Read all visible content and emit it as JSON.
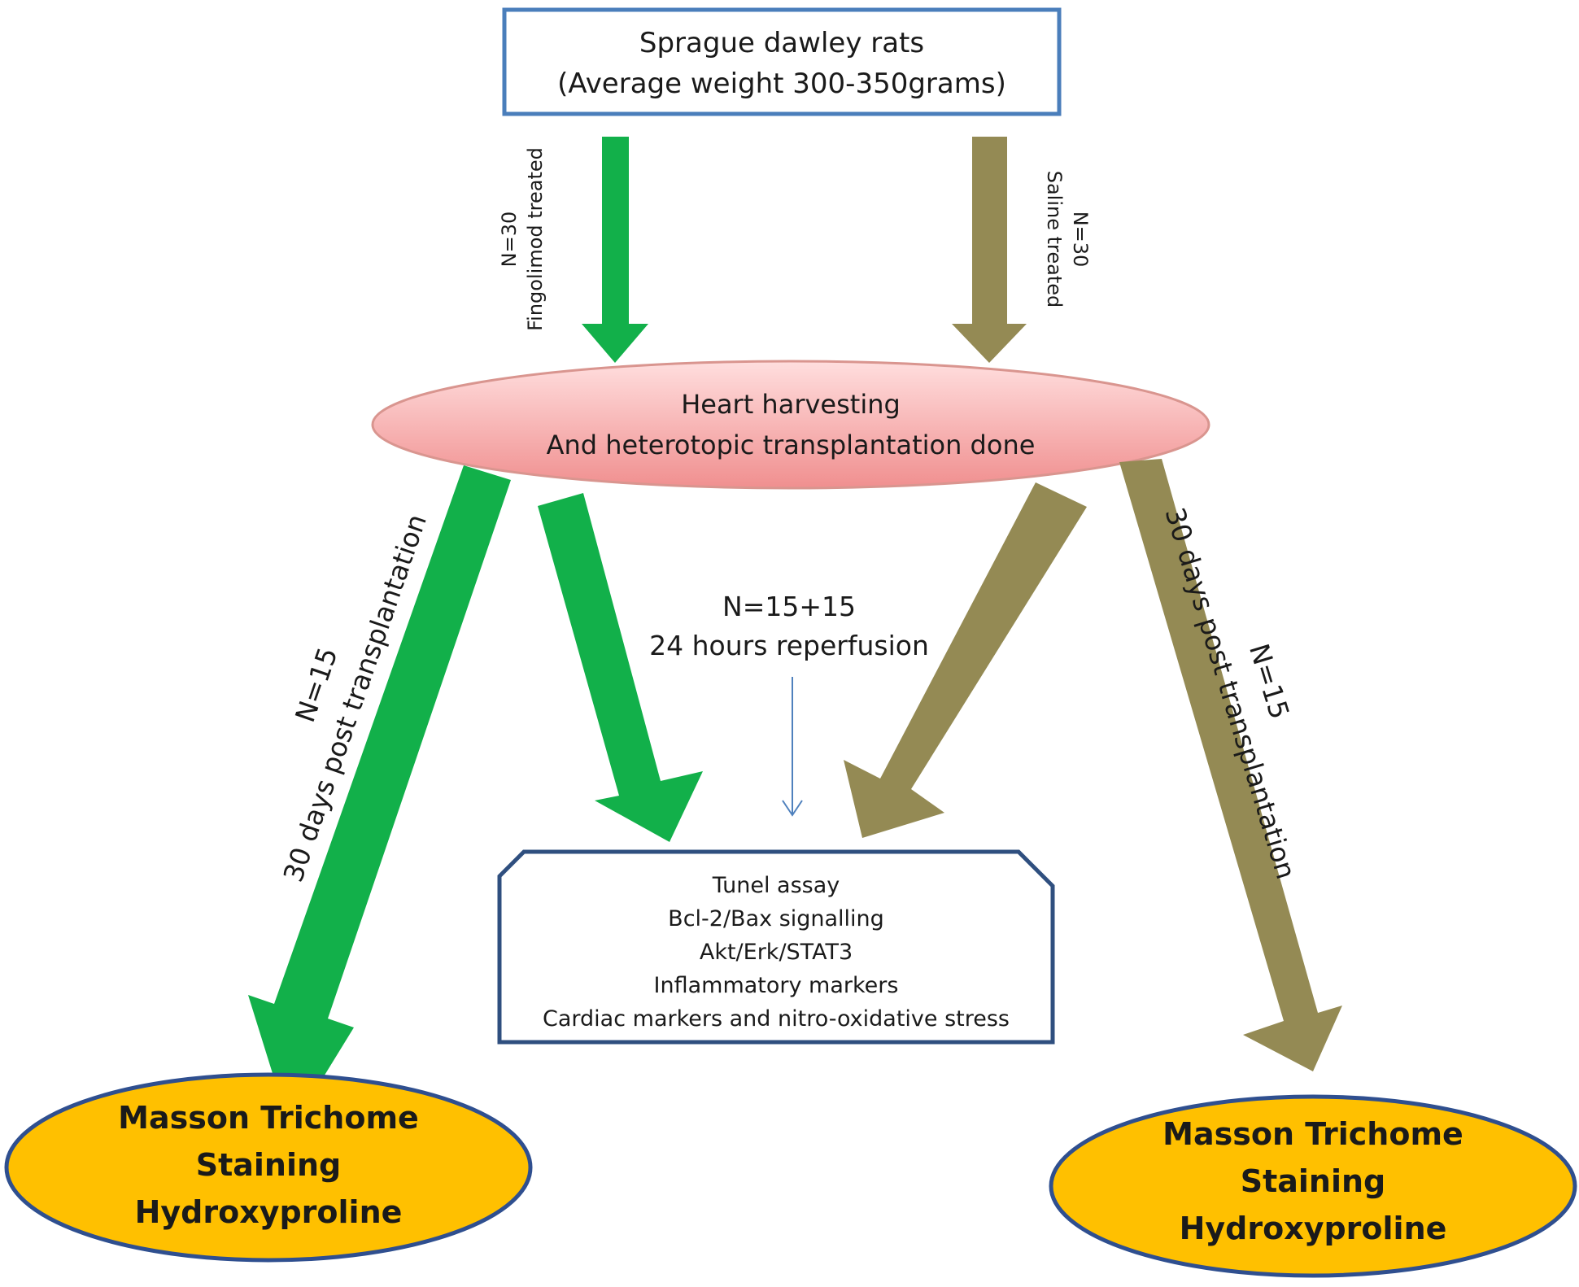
{
  "top_box": {
    "line1": "Sprague dawley rats",
    "line2": "(Average weight 300-350grams)"
  },
  "left_branch": {
    "n": "N=30",
    "treatment": "Fingolimod treated"
  },
  "right_branch": {
    "n": "N=30",
    "treatment": "Saline treated"
  },
  "harvest": {
    "line1": "Heart harvesting",
    "line2": "And  heterotopic  transplantation done"
  },
  "reperfusion": {
    "line1": "N=15+15",
    "line2": "24 hours reperfusion"
  },
  "left_long": {
    "n": "N=15",
    "duration": "30 days post transplantation"
  },
  "right_long": {
    "n": "N=15",
    "duration": "30 days post transplantation"
  },
  "assays": {
    "items": [
      "Tunel assay",
      "Bcl-2/Bax signalling",
      "Akt/Erk/STAT3",
      "Inflammatory markers",
      "Cardiac markers and nitro-oxidative stress"
    ]
  },
  "left_result": {
    "lines": [
      "Masson Trichome",
      "Staining",
      "Hydroxyproline"
    ]
  },
  "right_result": {
    "lines": [
      "Masson Trichome",
      "Staining",
      "Hydroxyproline"
    ]
  },
  "colors": {
    "fingolimod_arrow": "#12b04a",
    "saline_arrow": "#948a54",
    "top_box_border": "#4a7ebb",
    "harvest_fill_light": "#ffd5d5",
    "harvest_fill_dark": "#f29595",
    "harvest_border": "#c0504d",
    "assay_border": "#2f4f7f",
    "result_fill": "#ffc000",
    "result_border": "#2f4f8f",
    "thin_arrow": "#4f81bd"
  }
}
